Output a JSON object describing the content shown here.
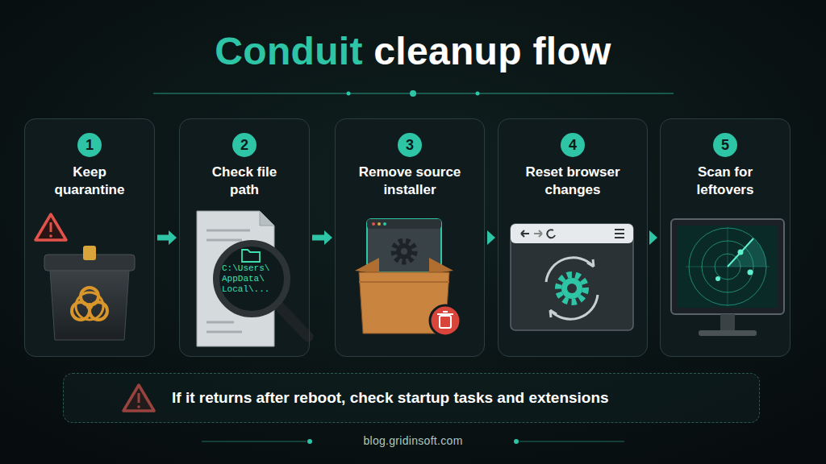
{
  "diagram": {
    "title": "Conduit cleanup flow",
    "nodes": [
      {
        "text": [
          "1",
          "Keep quarantine"
        ]
      },
      {
        "text": [
          "2",
          "Check file path"
        ]
      },
      {
        "text": [
          "3",
          "Remove source installer"
        ]
      },
      {
        "text": [
          "4",
          "Reset browser changes"
        ]
      },
      {
        "text": [
          "5",
          "Scan for leftovers"
        ]
      },
      {
        "text": [
          "If it returns after reboot, check startup tasks and extensions"
        ]
      }
    ],
    "edges": [
      {
        "from": 0,
        "to": 1,
        "arrow": "to"
      },
      {
        "from": 1,
        "to": 2,
        "arrow": "to"
      },
      {
        "from": 2,
        "to": 3,
        "arrow": "to"
      },
      {
        "from": 3,
        "to": 4,
        "arrow": "to"
      }
    ],
    "labels": [
      "C:\\Users\\ AppData\\ Local\\...",
      "blog.gridinsoft.com"
    ]
  }
}
